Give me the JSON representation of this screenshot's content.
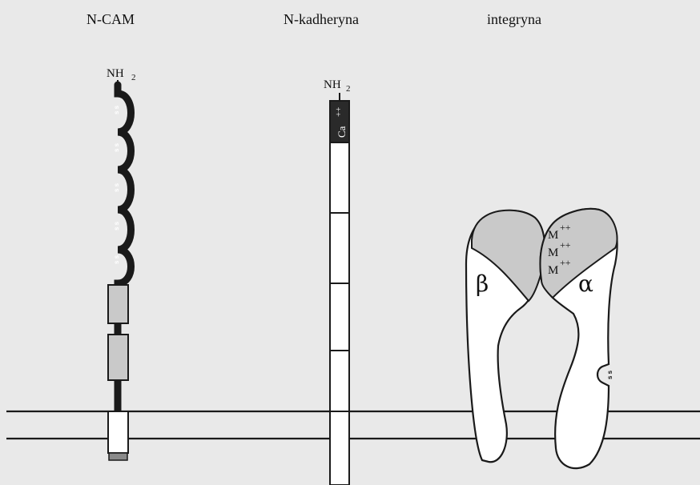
{
  "titles": {
    "ncam": "N-CAM",
    "ncad": "N-kadheryna",
    "integ": "integryna"
  },
  "ncam": {
    "nh": "NH",
    "nh_sub": "2",
    "disulfide": "s s"
  },
  "ncad": {
    "nh": "NH",
    "nh_sub": "2",
    "ca": "Ca",
    "charge": "++"
  },
  "integrin": {
    "beta": "β",
    "alpha": "α",
    "metal": "M",
    "charge": "++",
    "disulfide": "s s"
  },
  "colors": {
    "background": "#e9e9e9",
    "outline": "#1a1a1a",
    "domain_fill": "#c9c9c9",
    "white": "#ffffff"
  }
}
